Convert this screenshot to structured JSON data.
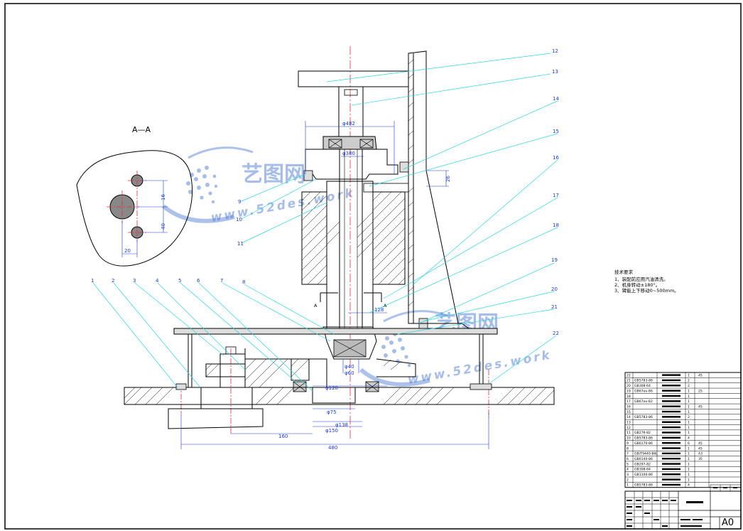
{
  "section_title": "A—A",
  "section_markers": [
    "A",
    "A"
  ],
  "part_labels": [
    "1",
    "2",
    "3",
    "4",
    "5",
    "6",
    "7",
    "8",
    "9",
    "10",
    "11",
    "12",
    "13",
    "14",
    "15",
    "16",
    "17",
    "18",
    "19",
    "20",
    "21",
    "22"
  ],
  "dimensions": {
    "d_top": "φ482",
    "d_bearing": "φ380",
    "h_right": "26",
    "w_128": "128",
    "d_lower1": "φ40",
    "d_lower2": "φ60",
    "d_base": "φ120",
    "d_base2": "φ75",
    "d_base3": "φ138",
    "d_base4": "φ150",
    "len_160": "160",
    "len_480": "480",
    "sec_40": "40",
    "sec_20": "20",
    "sec_16": "16"
  },
  "tech_req": {
    "title": "技术要求",
    "lines": [
      "1、装配前应用汽油清洗。",
      "2、机身转动±180°。",
      "3、臂能上下移动0~500mm。"
    ]
  },
  "watermark": {
    "brand": "艺图网",
    "url": "www.52des.work"
  },
  "bom_rows": [
    {
      "no": "22",
      "code": "",
      "qty": "1",
      "mat": "45"
    },
    {
      "no": "21",
      "code": "GB5783-86",
      "qty": "2",
      "mat": ""
    },
    {
      "no": "20",
      "code": "GB308-64",
      "qty": "2",
      "mat": ""
    },
    {
      "no": "19",
      "code": "GB67oo-86",
      "qty": "1",
      "mat": "25"
    },
    {
      "no": "18",
      "code": "",
      "qty": "1",
      "mat": ""
    },
    {
      "no": "17",
      "code": "GB67oo-82",
      "qty": "1",
      "mat": ""
    },
    {
      "no": "16",
      "code": "",
      "qty": "1",
      "mat": "45"
    },
    {
      "no": "15",
      "code": "",
      "qty": "1",
      "mat": ""
    },
    {
      "no": "14",
      "code": "GB5783-86",
      "qty": "2",
      "mat": ""
    },
    {
      "no": "13",
      "code": "",
      "qty": "1",
      "mat": ""
    },
    {
      "no": "12",
      "code": "",
      "qty": "1",
      "mat": ""
    },
    {
      "no": "11",
      "code": "GB276-82",
      "qty": "1",
      "mat": ""
    },
    {
      "no": "10",
      "code": "GB5783-86",
      "qty": "4",
      "mat": ""
    },
    {
      "no": "9",
      "code": "GB6170-86",
      "qty": "6",
      "mat": "45"
    },
    {
      "no": "8",
      "code": "",
      "qty": "1",
      "mat": "45"
    },
    {
      "no": "7",
      "code": "GB/T9440-86L",
      "qty": "1",
      "mat": "A3"
    },
    {
      "no": "6",
      "code": "GB6140-86",
      "qty": "1",
      "mat": "35"
    },
    {
      "no": "5",
      "code": "GB297-82",
      "qty": "1",
      "mat": ""
    },
    {
      "no": "4",
      "code": "GB308-64",
      "qty": "1",
      "mat": ""
    },
    {
      "no": "3",
      "code": "GB1100-86",
      "qty": "1",
      "mat": ""
    },
    {
      "no": "2",
      "code": "",
      "qty": "1",
      "mat": ""
    },
    {
      "no": "1",
      "code": "GB5783-86",
      "qty": "4",
      "mat": ""
    }
  ],
  "sheet_size": "A0"
}
